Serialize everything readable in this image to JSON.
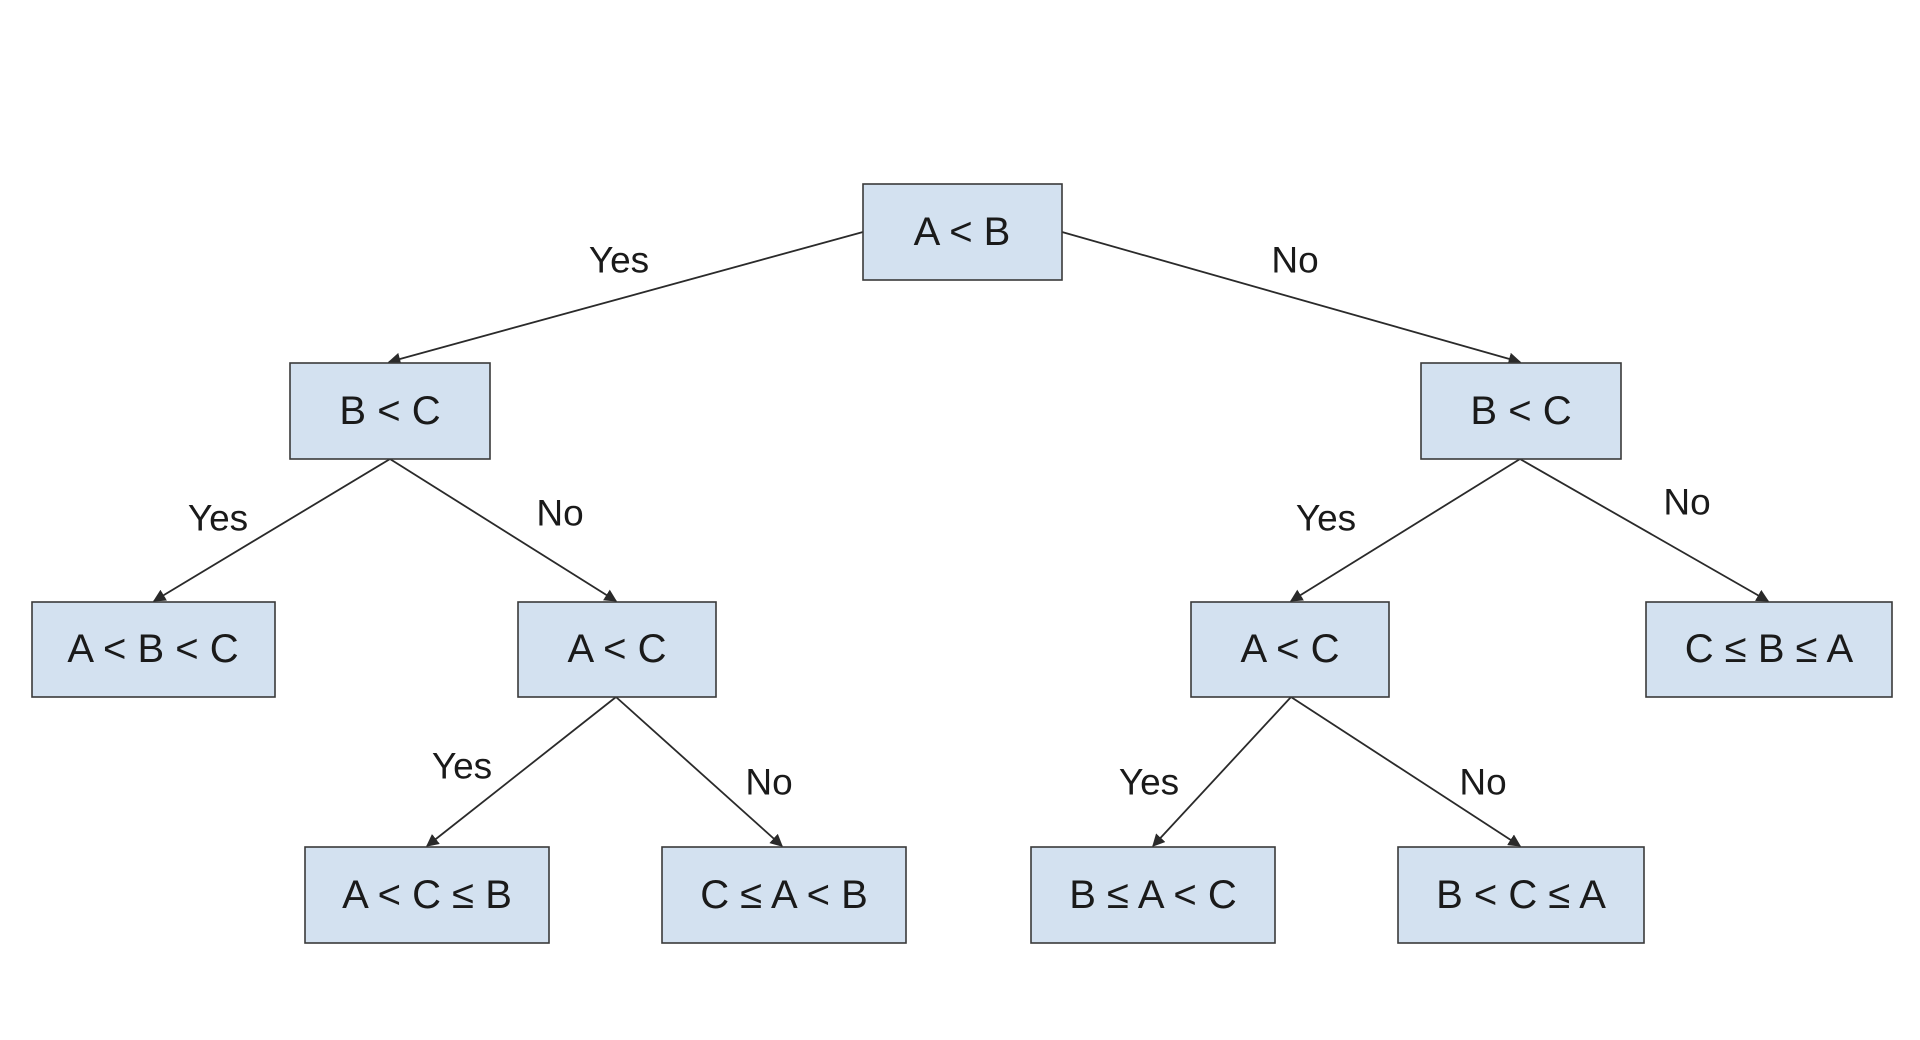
{
  "nodes": {
    "root": "A < B",
    "left": "B < C",
    "right": "B < C",
    "left_left": "A < B < C",
    "left_right": "A < C",
    "right_left": "A < C",
    "right_right": "C ≤ B ≤ A",
    "lr_left": "A < C ≤ B",
    "lr_right": "C ≤ A < B",
    "rl_left": "B ≤ A < C",
    "rl_right": "B < C ≤ A"
  },
  "edges": {
    "root_left": "Yes",
    "root_right": "No",
    "left_left": "Yes",
    "left_right": "No",
    "right_left": "Yes",
    "right_right": "No",
    "lr_left": "Yes",
    "lr_right": "No",
    "rl_left": "Yes",
    "rl_right": "No"
  },
  "colors": {
    "node_fill": "#d3e1f0",
    "node_stroke": "#3a3a3a",
    "edge": "#2a2a2a"
  }
}
